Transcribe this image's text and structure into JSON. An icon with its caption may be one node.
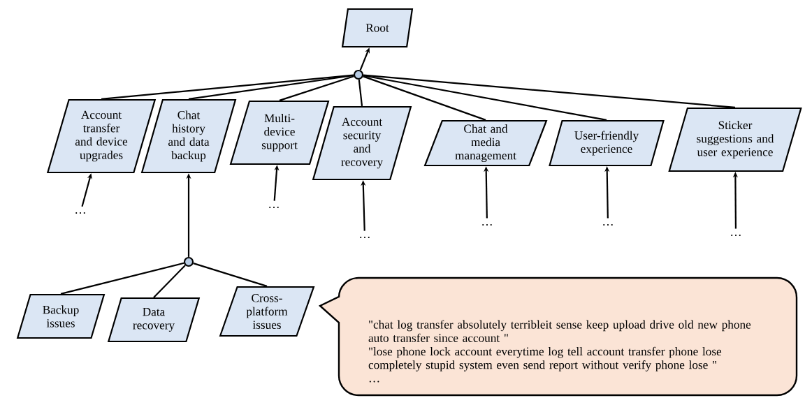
{
  "diagram": {
    "nodes": [
      {
        "text": [
          "Root"
        ]
      },
      {
        "text": [],
        "shape": "circle"
      },
      {
        "text": [
          "Account transfer and device upgrades"
        ]
      },
      {
        "text": [
          "Chat history and data backup"
        ]
      },
      {
        "text": [
          "Multi-device support"
        ]
      },
      {
        "text": [
          "Account security and recovery"
        ]
      },
      {
        "text": [
          "Chat and media management"
        ]
      },
      {
        "text": [
          "User-friendly experience"
        ]
      },
      {
        "text": [
          "Sticker suggestions and user experience"
        ]
      },
      {
        "text": [
          "…"
        ]
      },
      {
        "text": [
          "…"
        ]
      },
      {
        "text": [
          "…"
        ]
      },
      {
        "text": [
          "…"
        ]
      },
      {
        "text": [
          "…"
        ]
      },
      {
        "text": [
          "…"
        ]
      },
      {
        "text": [],
        "shape": "circle"
      },
      {
        "text": [
          "Backup issues"
        ]
      },
      {
        "text": [
          "Data recovery"
        ]
      },
      {
        "text": [
          "Cross-platform issues"
        ]
      },
      {
        "text": [
          "\"chat log transfer absolutely terribleit sense keep upload drive old new phone auto transfer since account \"",
          "\"lose phone lock account everytime log tell account transfer phone lose completely stupid system even send report without verify phone lose \"",
          "…"
        ]
      }
    ],
    "edges": [
      {
        "from": 1,
        "to": 0,
        "arrow": "to"
      },
      {
        "from": 2,
        "to": 1,
        "arrow": "none"
      },
      {
        "from": 3,
        "to": 1,
        "arrow": "none"
      },
      {
        "from": 4,
        "to": 1,
        "arrow": "none"
      },
      {
        "from": 5,
        "to": 1,
        "arrow": "none"
      },
      {
        "from": 6,
        "to": 1,
        "arrow": "none"
      },
      {
        "from": 7,
        "to": 1,
        "arrow": "none"
      },
      {
        "from": 8,
        "to": 1,
        "arrow": "none"
      },
      {
        "from": 9,
        "to": 2,
        "arrow": "to"
      },
      {
        "from": 10,
        "to": 4,
        "arrow": "to"
      },
      {
        "from": 11,
        "to": 5,
        "arrow": "to"
      },
      {
        "from": 12,
        "to": 6,
        "arrow": "to"
      },
      {
        "from": 13,
        "to": 7,
        "arrow": "to"
      },
      {
        "from": 14,
        "to": 8,
        "arrow": "to"
      },
      {
        "from": 15,
        "to": 3,
        "arrow": "to"
      },
      {
        "from": 16,
        "to": 15,
        "arrow": "none"
      },
      {
        "from": 17,
        "to": 15,
        "arrow": "none"
      },
      {
        "from": 18,
        "to": 15,
        "arrow": "none"
      }
    ]
  }
}
